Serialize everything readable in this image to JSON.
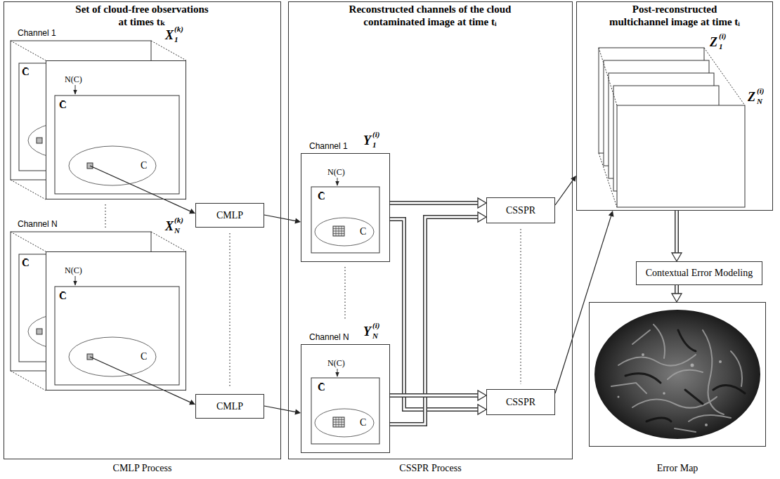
{
  "diagram": {
    "nodes": [
      {
        "text": [
          "Set of cloud-free observations at times tₖ",
          "CMLP Process"
        ]
      },
      {
        "text": [
          "Channel 1"
        ],
        "in": 0
      },
      {
        "text": [
          "CMLP"
        ],
        "in": 0
      },
      {
        "text": [
          "Channel N"
        ],
        "in": 0
      },
      {
        "text": [
          "CMLP"
        ],
        "in": 0
      },
      {
        "text": [
          "Reconstructed channels of the cloud contaminated image at time tᵢ",
          "CSSPR Process"
        ]
      },
      {
        "text": [
          "Channel 1"
        ],
        "in": 5
      },
      {
        "text": [
          "CSSPR"
        ],
        "in": 5
      },
      {
        "text": [
          "Channel N"
        ],
        "in": 5
      },
      {
        "text": [
          "CSSPR"
        ],
        "in": 5
      },
      {
        "text": [
          "Post-reconstructed multichannel image at time tᵢ"
        ]
      },
      {
        "text": [
          "Contextual Error Modeling"
        ]
      },
      {
        "text": [
          "Error Map"
        ]
      }
    ],
    "edges": [
      {
        "from": 1,
        "to": 2,
        "arrow": "to"
      },
      {
        "from": 2,
        "to": 6,
        "arrow": "to"
      },
      {
        "from": 3,
        "to": 4,
        "arrow": "to"
      },
      {
        "from": 4,
        "to": 8,
        "arrow": "to"
      },
      {
        "from": 6,
        "to": 7,
        "arrow": "to"
      },
      {
        "from": 6,
        "to": 9,
        "arrow": "to"
      },
      {
        "from": 8,
        "to": 7,
        "arrow": "to"
      },
      {
        "from": 8,
        "to": 9,
        "arrow": "to"
      },
      {
        "from": 7,
        "to": 10,
        "arrow": "to"
      },
      {
        "from": 9,
        "to": 10,
        "arrow": "to"
      },
      {
        "from": 10,
        "to": 11,
        "arrow": "to"
      },
      {
        "from": 11,
        "to": 12,
        "arrow": "to"
      }
    ],
    "labels": [
      "X",
      "1",
      "(k)",
      "C̄",
      "N(C)",
      "C̄",
      "C",
      "X",
      "N",
      "(k)",
      "C̄",
      "N(C)",
      "C̄",
      "C",
      "Y",
      "1",
      "(i)",
      "N(C)",
      "C̄",
      "C",
      "Y",
      "N",
      "(i)",
      "N(C)",
      "C̄",
      "C",
      "Z",
      "1",
      "(i)",
      "Z",
      "N",
      "(i)"
    ]
  }
}
